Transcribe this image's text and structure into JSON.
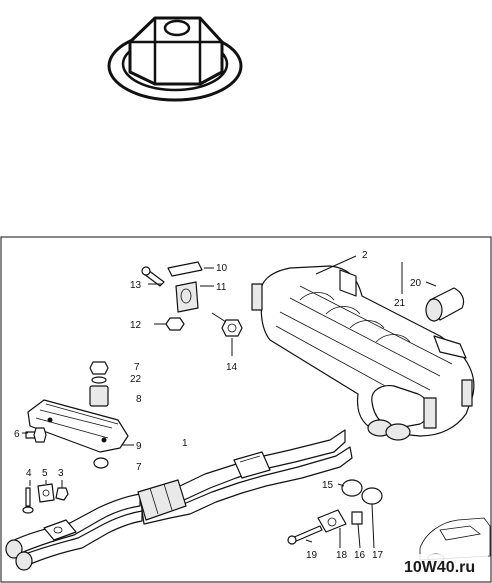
{
  "callouts": {
    "c1": "1",
    "c2": "2",
    "c3": "3",
    "c4": "4",
    "c5": "5",
    "c6": "6",
    "c7a": "7",
    "c7b": "7",
    "c8": "8",
    "c9": "9",
    "c10": "10",
    "c11": "11",
    "c12": "12",
    "c13": "13",
    "c14": "14",
    "c15": "15",
    "c16": "16",
    "c17": "17",
    "c18": "18",
    "c19": "19",
    "c20": "20",
    "c21": "21",
    "c22": "22"
  },
  "watermark": {
    "text": "10W40.ru",
    "colors": {
      "dark": "#1a1a1a",
      "accent": "#d9a21a"
    }
  },
  "icons": [
    "hex-nut-with-washer-icon",
    "exhaust-system-icon",
    "car-silhouette-icon"
  ]
}
